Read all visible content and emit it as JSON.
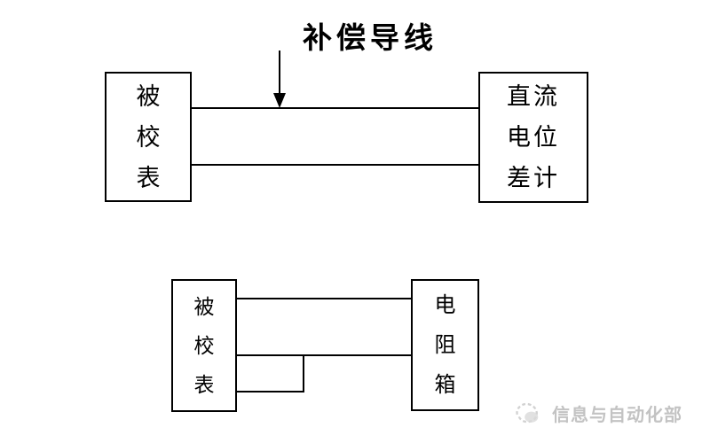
{
  "colors": {
    "line": "#000000",
    "background": "#ffffff",
    "watermark": "#c3c3c3"
  },
  "top_diagram": {
    "title": "补偿导线",
    "left_box": {
      "text": "被校表",
      "display": "被\n校\n表"
    },
    "right_box": {
      "text": "直流电位差计",
      "display": "直流\n电位\n差计"
    },
    "connections": [
      "upper-wire",
      "lower-wire"
    ],
    "arrow": "points from title down to upper compensation wire"
  },
  "bottom_diagram": {
    "left_box": {
      "text": "被校表",
      "display": "被\n校\n表"
    },
    "right_box": {
      "text": "电阻箱",
      "display": "电\n阻\n箱"
    },
    "connections": [
      "upper-wire",
      "middle-wire",
      "short-stub-jog"
    ]
  },
  "watermark": {
    "text": "信息与自动化部",
    "logo_icon": "swirl-logo-icon"
  }
}
